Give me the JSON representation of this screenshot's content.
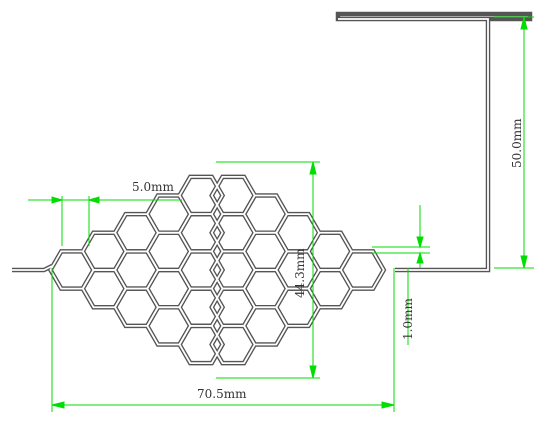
{
  "colors": {
    "background": "#ffffff",
    "structure_outer": "#555555",
    "structure_inner": "#ffffff",
    "dimension": "#00dd00",
    "dimension_text": "#333333"
  },
  "dimensions": {
    "cell_width": "5.0mm",
    "total_width": "70.5mm",
    "hex_height": "44.3mm",
    "wall_thickness": "1.0mm",
    "arm_height": "50.0mm"
  }
}
